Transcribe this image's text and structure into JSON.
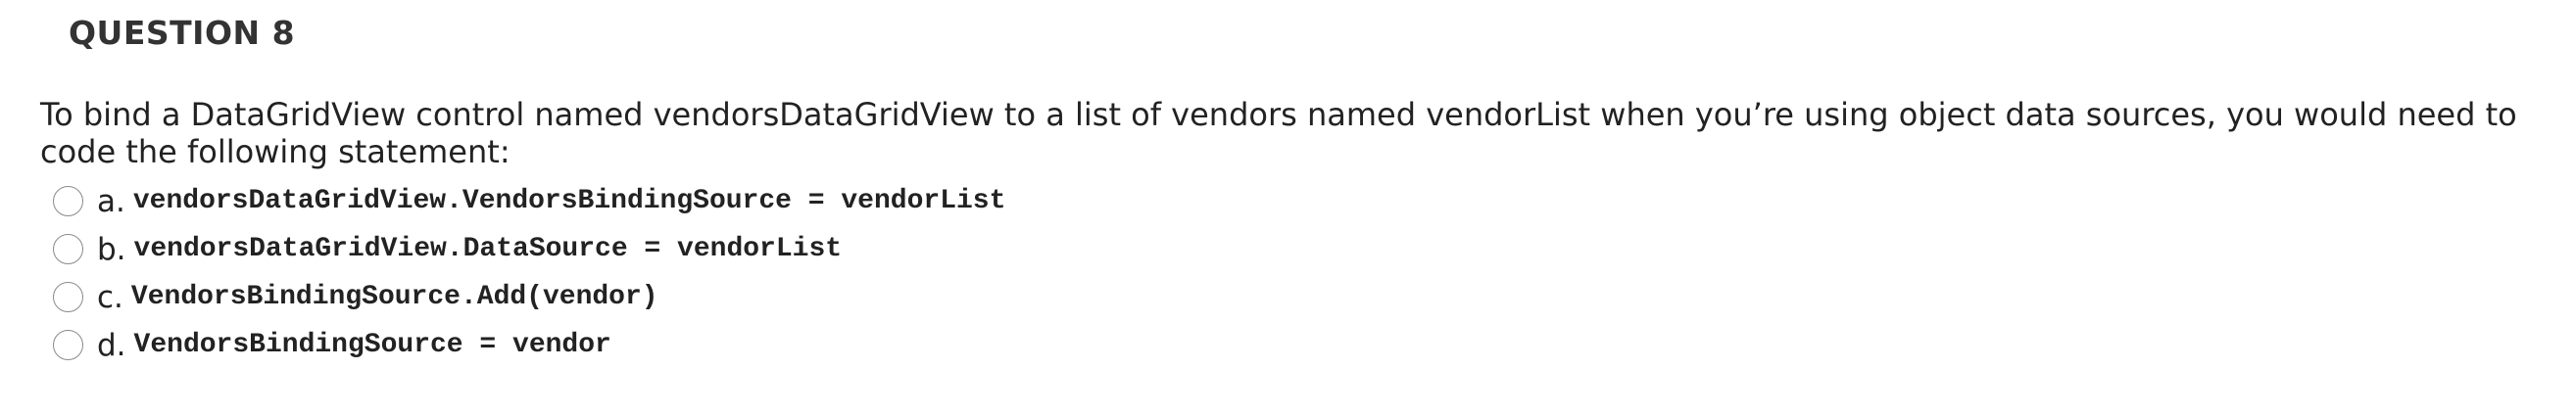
{
  "question": {
    "title": "QUESTION 8",
    "text": "To bind a DataGridView control named vendorsDataGridView to a list of vendors named vendorList when you’re using object data sources, you would need to code the following statement:"
  },
  "answers": [
    {
      "letter": "a.",
      "code": "vendorsDataGridView.VendorsBindingSource = vendorList"
    },
    {
      "letter": "b.",
      "code": "vendorsDataGridView.DataSource = vendorList"
    },
    {
      "letter": "c.",
      "code": "VendorsBindingSource.Add(vendor)"
    },
    {
      "letter": "d.",
      "code": "VendorsBindingSource = vendor"
    }
  ]
}
